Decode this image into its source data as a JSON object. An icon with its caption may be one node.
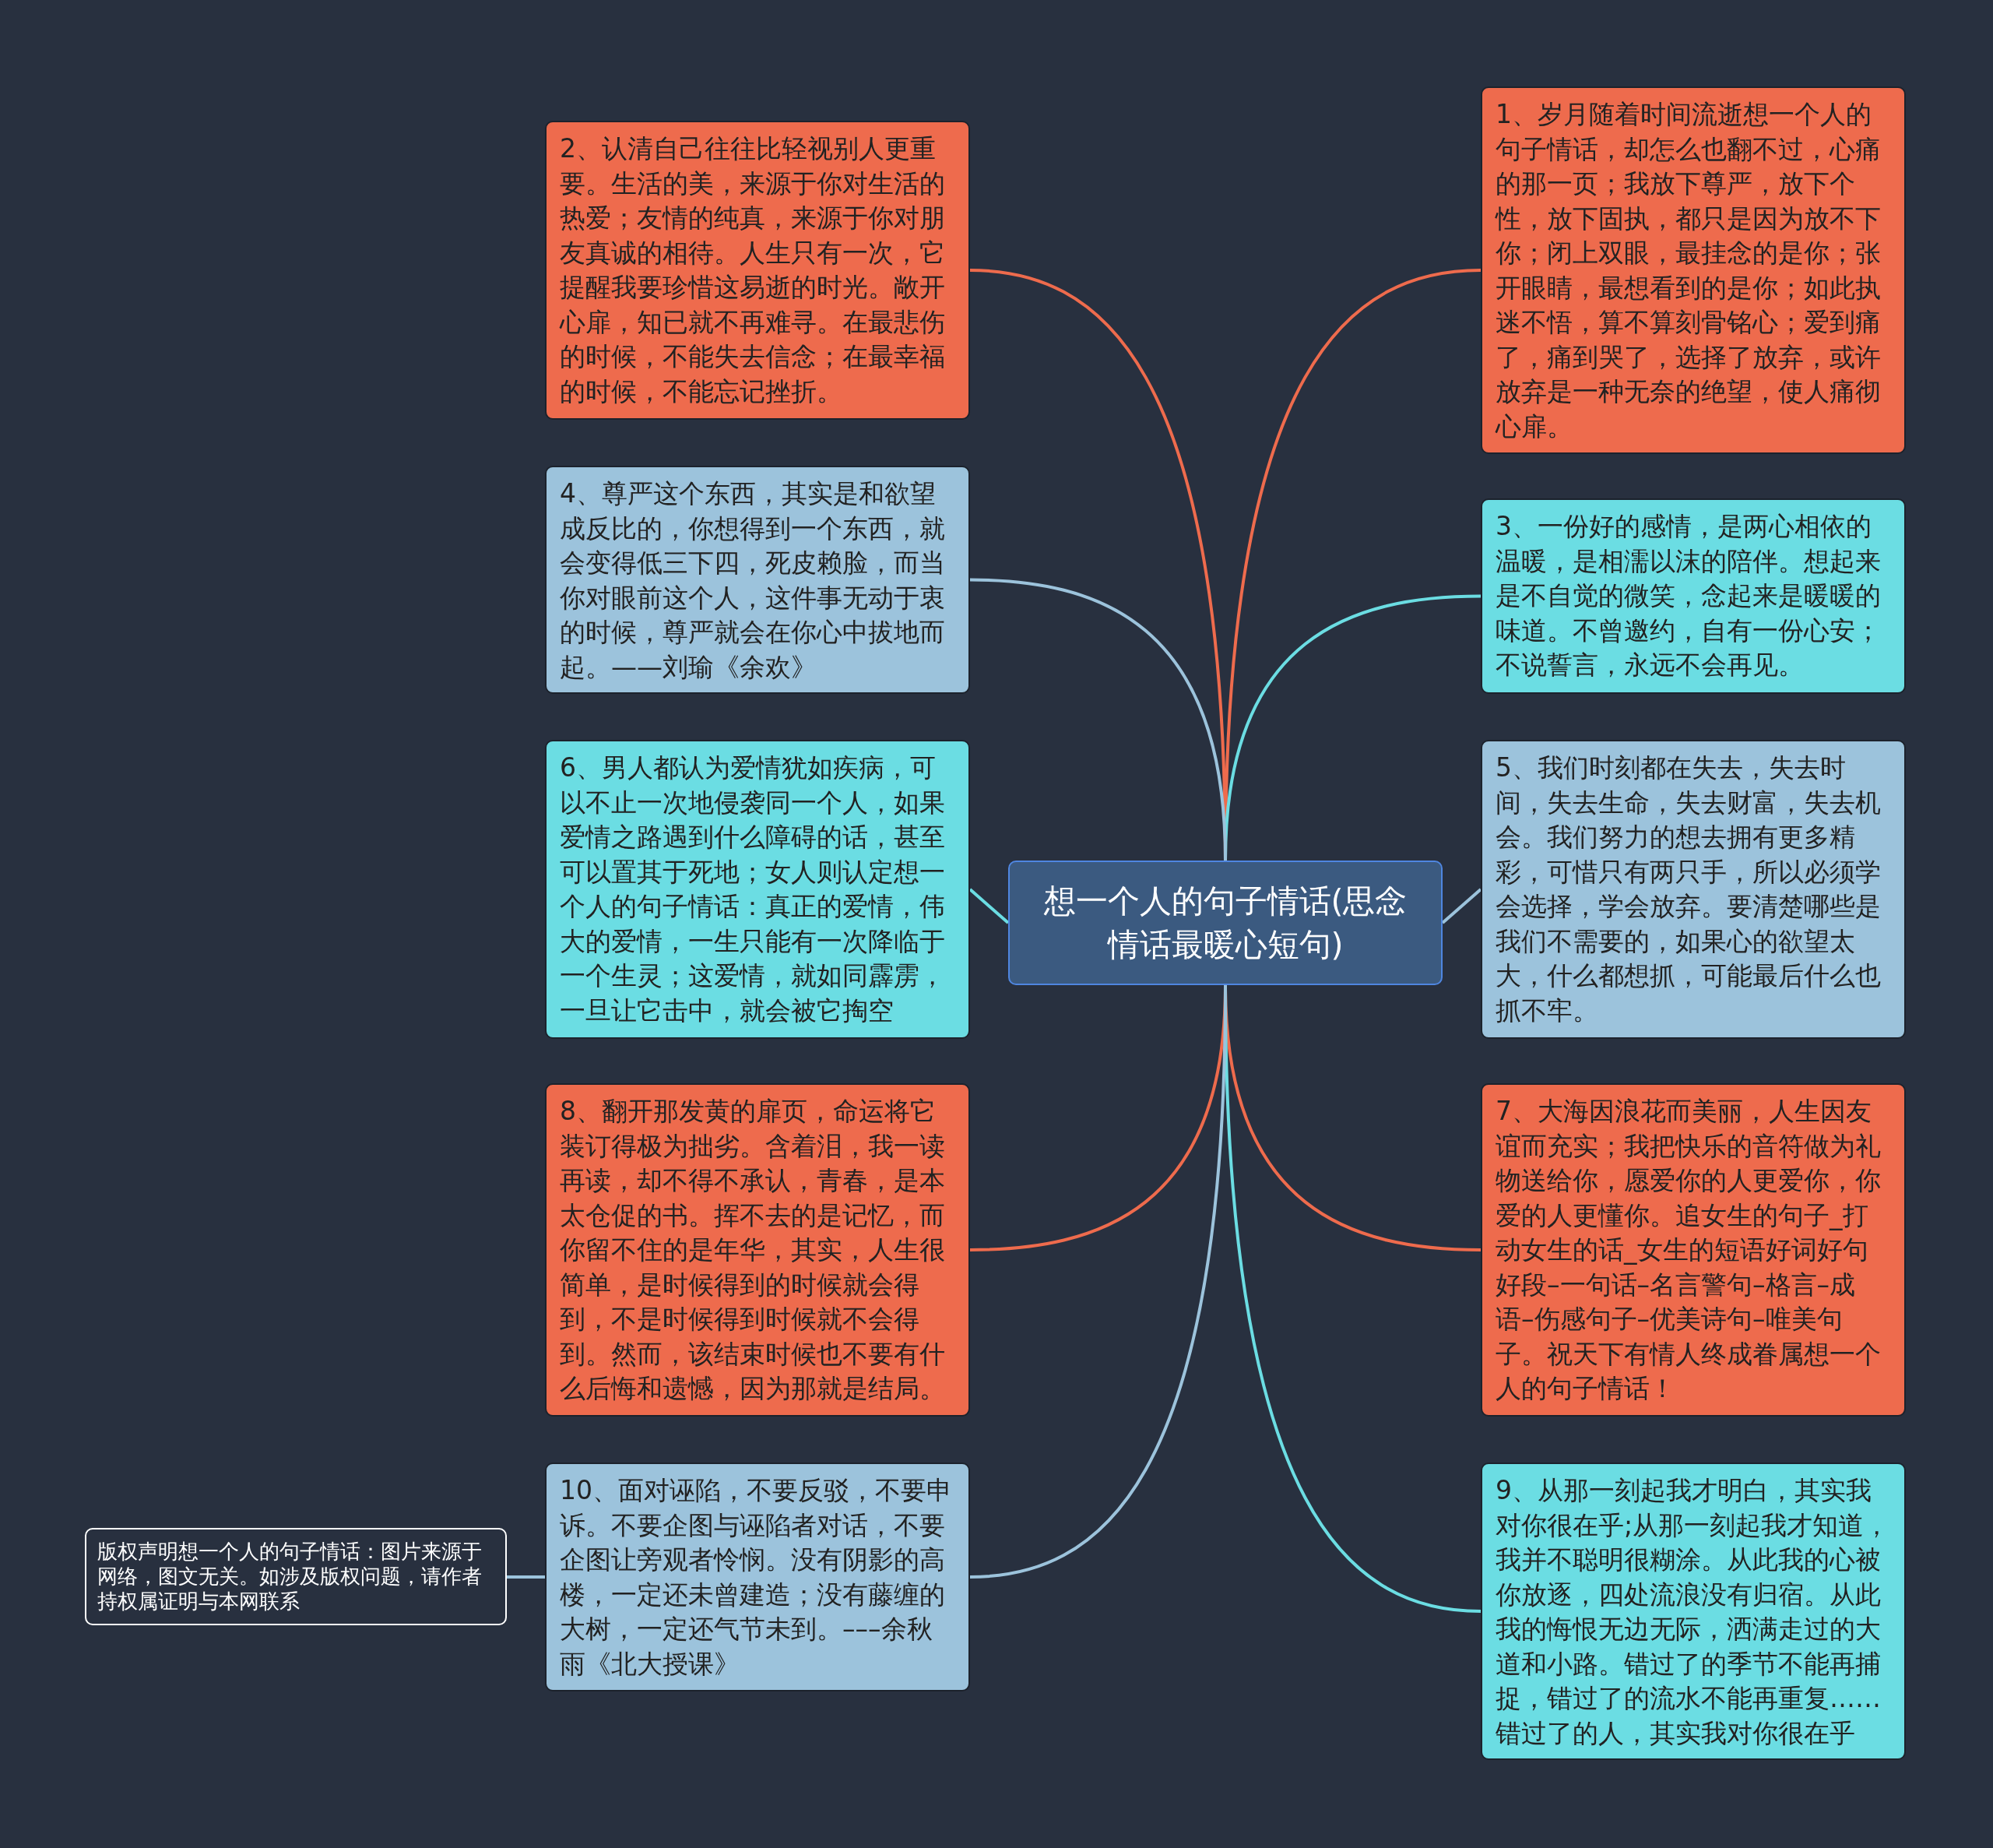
{
  "diagram": {
    "nodes": [
      {
        "text": [
          "想一个人的句子情话(思念情话最暖心短句)"
        ]
      },
      {
        "text": [
          "1、岁月随着时间流逝想一个人的句子情话，却怎么也翻不过，心痛的那一页；我放下尊严，放下个性，放下固执，都只是因为放不下你；闭上双眼，最挂念的是你；张开眼睛，最想看到的是你；如此执迷不悟，算不算刻骨铭心；爱到痛了，痛到哭了，选择了放弃，或许放弃是一种无奈的绝望，使人痛彻心扉。"
        ]
      },
      {
        "text": [
          "2、认清自己往往比轻视别人更重要。生活的美，来源于你对生活的热爱；友情的纯真，来源于你对朋友真诚的相待。人生只有一次，它提醒我要珍惜这易逝的时光。敞开心扉，知已就不再难寻。在最悲伤的时候，不能失去信念；在最幸福的时候，不能忘记挫折。"
        ]
      },
      {
        "text": [
          "3、一份好的感情，是两心相依的温暖，是相濡以沫的陪伴。想起来是不自觉的微笑，念起来是暖暖的味道。不曾邀约，自有一份心安；不说誓言，永远不会再见。"
        ]
      },
      {
        "text": [
          "4、尊严这个东西，其实是和欲望成反比的，你想得到一个东西，就会变得低三下四，死皮赖脸，而当你对眼前这个人，这件事无动于衷的时候，尊严就会在你心中拔地而起。——刘瑜《余欢》"
        ]
      },
      {
        "text": [
          "5、我们时刻都在失去，失去时间，失去生命，失去财富，失去机会。我们努力的想去拥有更多精彩，可惜只有两只手，所以必须学会选择，学会放弃。要清楚哪些是我们不需要的，如果心的欲望太大，什么都想抓，可能最后什么也抓不牢。"
        ]
      },
      {
        "text": [
          "6、男人都认为爱情犹如疾病，可以不止一次地侵袭同一个人，如果爱情之路遇到什么障碍的话，甚至可以置其于死地；女人则认定想一个人的句子情话：真正的爱情，伟大的爱情，一生只能有一次降临于一个生灵；这爱情，就如同霹雳，一旦让它击中，就会被它掏空"
        ]
      },
      {
        "text": [
          "7、大海因浪花而美丽，人生因友谊而充实；我把快乐的音符做为礼物送给你，愿爱你的人更爱你，你爱的人更懂你。追女生的句子_打动女生的话_女生的短语好词好句好段–一句话–名言警句–格言–成语–伤感句子–优美诗句–唯美句子。祝天下有情人终成眷属想一个人的句子情话！"
        ]
      },
      {
        "text": [
          "8、翻开那发黄的扉页，命运将它装订得极为拙劣。含着泪，我一读再读，却不得不承认，青春，是本太仓促的书。挥不去的是记忆，而你留不住的是年华，其实，人生很简单，是时候得到的时候就会得到，不是时候得到时候就不会得到。然而，该结束时候也不要有什么后悔和遗憾，因为那就是结局。"
        ]
      },
      {
        "text": [
          "9、从那一刻起我才明白，其实我对你很在乎;从那一刻起我才知道，我并不聪明很糊涂。从此我的心被你放逐，四处流浪没有归宿。从此我的悔恨无边无际，洒满走过的大道和小路。错过了的季节不能再捕捉，错过了的流水不能再重复……错过了的人，其实我对你很在乎"
        ]
      },
      {
        "text": [
          "10、面对诬陷，不要反驳，不要申诉。不要企图与诬陷者对话，不要企图让旁观者怜悯。没有阴影的高楼，一定还未曾建造；没有藤缠的大树，一定还气节未到。–––余秋雨《北大授课》"
        ]
      },
      {
        "text": [
          "版权声明想一个人的句子情话：图片来源于网络，图文无关。如涉及版权问题，请作者持权属证明与本网联系"
        ]
      }
    ],
    "edges": [
      {
        "from": 0,
        "to": 1,
        "arrow": "none",
        "color": "#ee6b4d"
      },
      {
        "from": 0,
        "to": 2,
        "arrow": "none",
        "color": "#ee6b4d"
      },
      {
        "from": 0,
        "to": 3,
        "arrow": "none",
        "color": "#6bdde3"
      },
      {
        "from": 0,
        "to": 4,
        "arrow": "none",
        "color": "#9cc3dc"
      },
      {
        "from": 0,
        "to": 5,
        "arrow": "none",
        "color": "#9cc3dc"
      },
      {
        "from": 0,
        "to": 6,
        "arrow": "none",
        "color": "#6bdde3"
      },
      {
        "from": 0,
        "to": 7,
        "arrow": "none",
        "color": "#ee6b4d"
      },
      {
        "from": 0,
        "to": 8,
        "arrow": "none",
        "color": "#ee6b4d"
      },
      {
        "from": 0,
        "to": 9,
        "arrow": "none",
        "color": "#6bdde3"
      },
      {
        "from": 0,
        "to": 10,
        "arrow": "none",
        "color": "#9cc3dc"
      },
      {
        "from": 10,
        "to": 11,
        "arrow": "none",
        "color": "#9cc3dc"
      }
    ]
  }
}
